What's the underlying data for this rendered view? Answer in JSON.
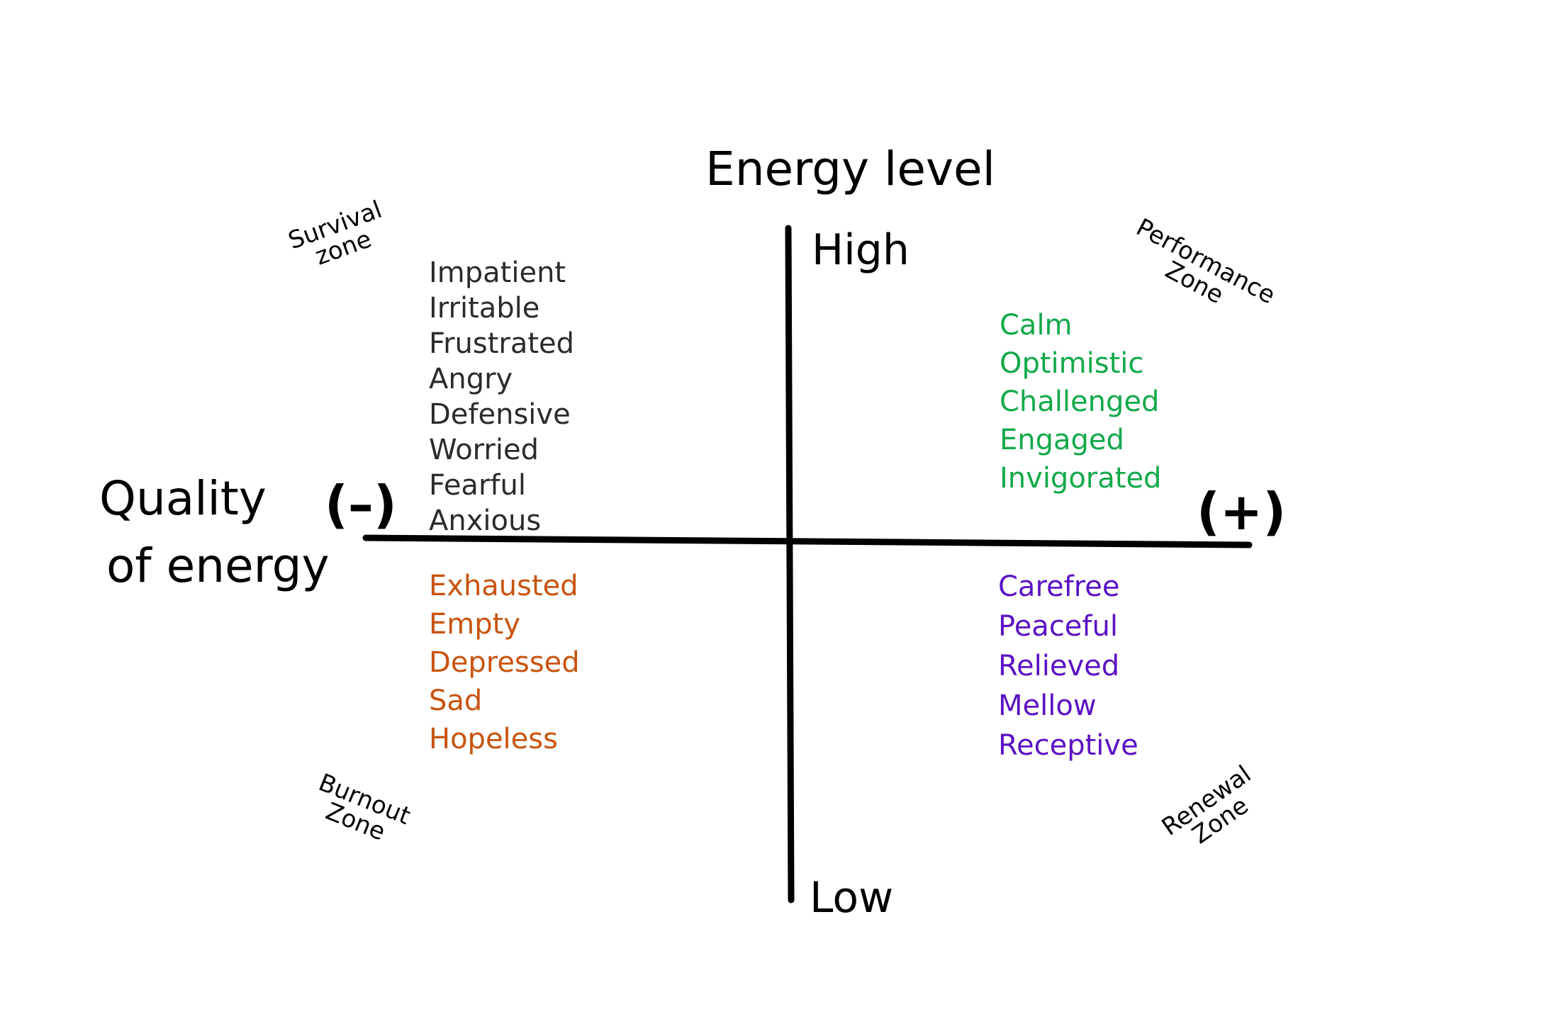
{
  "axes": {
    "vertical_title": "Energy level",
    "vertical_high": "High",
    "vertical_low": "Low",
    "horizontal_title_line1": "Quality",
    "horizontal_title_line2": "of energy",
    "negative_sign": "(–)",
    "positive_sign": "(+)"
  },
  "zones": {
    "survival": {
      "line1": "Survival",
      "line2": "zone"
    },
    "performance": {
      "line1": "Performance",
      "line2": "Zone"
    },
    "burnout": {
      "line1": "Burnout",
      "line2": "Zone"
    },
    "renewal": {
      "line1": "Renewal",
      "line2": "Zone"
    }
  },
  "quadrants": {
    "high_negative": {
      "color": "#2b2b2b",
      "words": [
        "Impatient",
        "Irritable",
        "Frustrated",
        "Angry",
        "Defensive",
        "Worried",
        "Fearful",
        "Anxious"
      ]
    },
    "high_positive": {
      "color": "#12a94a",
      "words": [
        "Calm",
        "Optimistic",
        "Challenged",
        "Engaged",
        "Invigorated"
      ]
    },
    "low_negative": {
      "color": "#c8540f",
      "words": [
        "Exhausted",
        "Empty",
        "Depressed",
        "Sad",
        "Hopeless"
      ]
    },
    "low_positive": {
      "color": "#5a12c4",
      "words": [
        "Carefree",
        "Peaceful",
        "Relieved",
        "Mellow",
        "Receptive"
      ]
    }
  }
}
